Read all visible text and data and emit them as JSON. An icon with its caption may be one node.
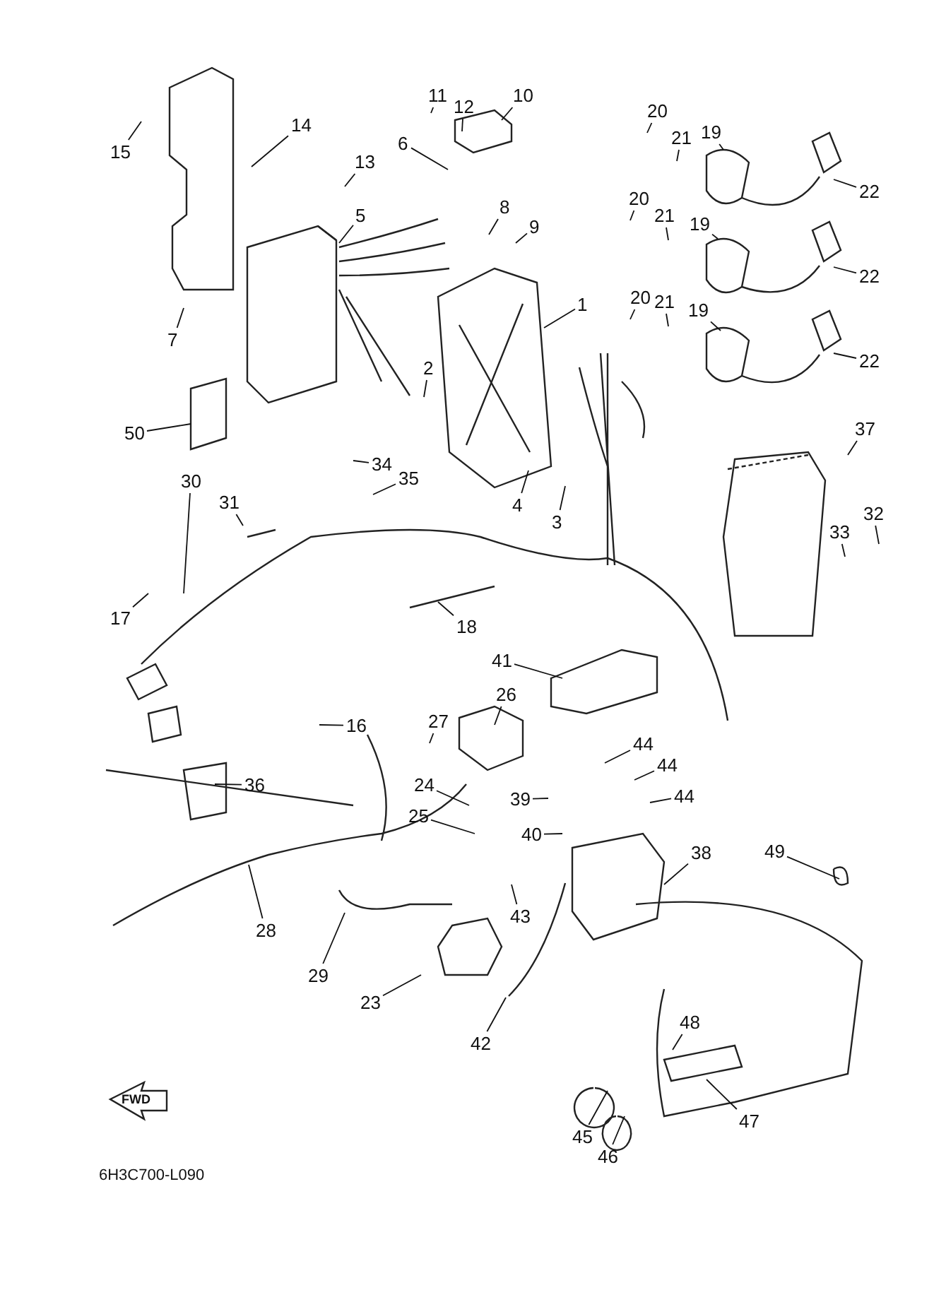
{
  "diagram": {
    "nodes": [
      {
        "text": [
          "15"
        ]
      },
      {
        "text": [
          "14"
        ]
      },
      {
        "text": [
          "13"
        ]
      },
      {
        "text": [
          "11"
        ]
      },
      {
        "text": [
          "12"
        ]
      },
      {
        "text": [
          "10"
        ]
      },
      {
        "text": [
          "6"
        ]
      },
      {
        "text": [
          "20"
        ]
      },
      {
        "text": [
          "21"
        ]
      },
      {
        "text": [
          "19"
        ]
      },
      {
        "text": [
          "22"
        ]
      },
      {
        "text": [
          "5"
        ]
      },
      {
        "text": [
          "8"
        ]
      },
      {
        "text": [
          "9"
        ]
      },
      {
        "text": [
          "20"
        ]
      },
      {
        "text": [
          "21"
        ]
      },
      {
        "text": [
          "19"
        ]
      },
      {
        "text": [
          "22"
        ]
      },
      {
        "text": [
          "7"
        ]
      },
      {
        "text": [
          "1"
        ]
      },
      {
        "text": [
          "20"
        ]
      },
      {
        "text": [
          "21"
        ]
      },
      {
        "text": [
          "19"
        ]
      },
      {
        "text": [
          "22"
        ]
      },
      {
        "text": [
          "2"
        ]
      },
      {
        "text": [
          "50"
        ]
      },
      {
        "text": [
          "37"
        ]
      },
      {
        "text": [
          "34"
        ]
      },
      {
        "text": [
          "35"
        ]
      },
      {
        "text": [
          "30"
        ]
      },
      {
        "text": [
          "31"
        ]
      },
      {
        "text": [
          "4"
        ]
      },
      {
        "text": [
          "3"
        ]
      },
      {
        "text": [
          "32"
        ]
      },
      {
        "text": [
          "33"
        ]
      },
      {
        "text": [
          "17"
        ]
      },
      {
        "text": [
          "18"
        ]
      },
      {
        "text": [
          "41"
        ]
      },
      {
        "text": [
          "26"
        ]
      },
      {
        "text": [
          "16"
        ]
      },
      {
        "text": [
          "27"
        ]
      },
      {
        "text": [
          "44"
        ]
      },
      {
        "text": [
          "44"
        ]
      },
      {
        "text": [
          "39"
        ]
      },
      {
        "text": [
          "44"
        ]
      },
      {
        "text": [
          "36"
        ]
      },
      {
        "text": [
          "24"
        ]
      },
      {
        "text": [
          "25"
        ]
      },
      {
        "text": [
          "40"
        ]
      },
      {
        "text": [
          "38"
        ]
      },
      {
        "text": [
          "49"
        ]
      },
      {
        "text": [
          "28"
        ]
      },
      {
        "text": [
          "43"
        ]
      },
      {
        "text": [
          "29"
        ]
      },
      {
        "text": [
          "23"
        ]
      },
      {
        "text": [
          "42"
        ]
      },
      {
        "text": [
          "48"
        ]
      },
      {
        "text": [
          "45"
        ]
      },
      {
        "text": [
          "47"
        ]
      },
      {
        "text": [
          "46"
        ]
      }
    ],
    "edges": [
      {
        "from": 0,
        "to": null,
        "arrow": "none"
      },
      {
        "from": 1,
        "to": null,
        "arrow": "none"
      },
      {
        "from": 2,
        "to": null,
        "arrow": "none"
      },
      {
        "from": 3,
        "to": null,
        "arrow": "none"
      },
      {
        "from": 4,
        "to": null,
        "arrow": "none"
      },
      {
        "from": 5,
        "to": null,
        "arrow": "none"
      },
      {
        "from": 6,
        "to": null,
        "arrow": "none"
      },
      {
        "from": 7,
        "to": null,
        "arrow": "none"
      },
      {
        "from": 8,
        "to": null,
        "arrow": "none"
      },
      {
        "from": 9,
        "to": null,
        "arrow": "none"
      },
      {
        "from": 10,
        "to": null,
        "arrow": "none"
      },
      {
        "from": 11,
        "to": null,
        "arrow": "none"
      },
      {
        "from": 12,
        "to": null,
        "arrow": "none"
      },
      {
        "from": 13,
        "to": null,
        "arrow": "none"
      },
      {
        "from": 14,
        "to": null,
        "arrow": "none"
      },
      {
        "from": 15,
        "to": null,
        "arrow": "none"
      },
      {
        "from": 16,
        "to": null,
        "arrow": "none"
      },
      {
        "from": 17,
        "to": null,
        "arrow": "none"
      },
      {
        "from": 18,
        "to": null,
        "arrow": "none"
      },
      {
        "from": 19,
        "to": null,
        "arrow": "none"
      },
      {
        "from": 20,
        "to": null,
        "arrow": "none"
      },
      {
        "from": 21,
        "to": null,
        "arrow": "none"
      },
      {
        "from": 22,
        "to": null,
        "arrow": "none"
      },
      {
        "from": 23,
        "to": null,
        "arrow": "none"
      },
      {
        "from": 24,
        "to": null,
        "arrow": "none"
      },
      {
        "from": 25,
        "to": null,
        "arrow": "none"
      },
      {
        "from": 26,
        "to": null,
        "arrow": "none"
      },
      {
        "from": 27,
        "to": null,
        "arrow": "none"
      },
      {
        "from": 28,
        "to": null,
        "arrow": "none"
      },
      {
        "from": 29,
        "to": null,
        "arrow": "none"
      },
      {
        "from": 30,
        "to": null,
        "arrow": "none"
      },
      {
        "from": 31,
        "to": null,
        "arrow": "none"
      },
      {
        "from": 32,
        "to": null,
        "arrow": "none"
      },
      {
        "from": 33,
        "to": null,
        "arrow": "none"
      },
      {
        "from": 34,
        "to": null,
        "arrow": "none"
      },
      {
        "from": 35,
        "to": null,
        "arrow": "none"
      },
      {
        "from": 36,
        "to": null,
        "arrow": "none"
      },
      {
        "from": 37,
        "to": null,
        "arrow": "none"
      },
      {
        "from": 38,
        "to": null,
        "arrow": "none"
      },
      {
        "from": 39,
        "to": null,
        "arrow": "none"
      },
      {
        "from": 40,
        "to": null,
        "arrow": "none"
      },
      {
        "from": 41,
        "to": null,
        "arrow": "none"
      },
      {
        "from": 42,
        "to": null,
        "arrow": "none"
      },
      {
        "from": 43,
        "to": null,
        "arrow": "none"
      },
      {
        "from": 44,
        "to": null,
        "arrow": "none"
      },
      {
        "from": 45,
        "to": null,
        "arrow": "none"
      },
      {
        "from": 46,
        "to": null,
        "arrow": "none"
      },
      {
        "from": 47,
        "to": null,
        "arrow": "none"
      },
      {
        "from": 48,
        "to": null,
        "arrow": "none"
      },
      {
        "from": 49,
        "to": null,
        "arrow": "none"
      },
      {
        "from": 50,
        "to": null,
        "arrow": "none"
      },
      {
        "from": 51,
        "to": null,
        "arrow": "none"
      },
      {
        "from": 52,
        "to": null,
        "arrow": "none"
      },
      {
        "from": 53,
        "to": null,
        "arrow": "none"
      },
      {
        "from": 54,
        "to": null,
        "arrow": "none"
      },
      {
        "from": 55,
        "to": null,
        "arrow": "none"
      },
      {
        "from": 56,
        "to": null,
        "arrow": "none"
      },
      {
        "from": 57,
        "to": null,
        "arrow": "none"
      },
      {
        "from": 58,
        "to": null,
        "arrow": "none"
      },
      {
        "from": 59,
        "to": null,
        "arrow": "none"
      }
    ],
    "labels": [
      "FWD",
      "6H3C700-L090"
    ]
  }
}
